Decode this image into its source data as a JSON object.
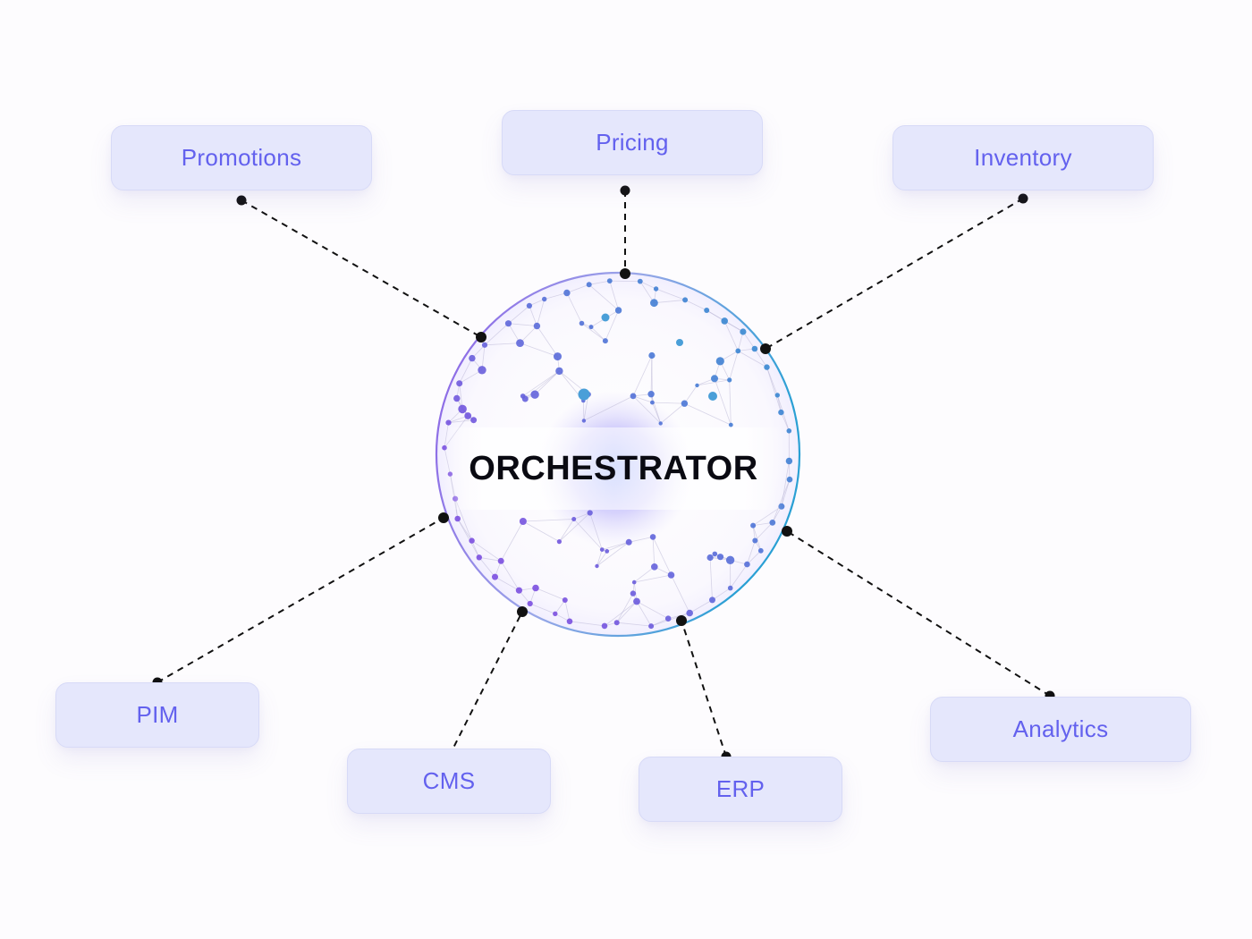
{
  "hub": {
    "label": "ORCHESTRATOR"
  },
  "nodes": [
    {
      "id": "promotions",
      "label": "Promotions"
    },
    {
      "id": "pricing",
      "label": "Pricing"
    },
    {
      "id": "inventory",
      "label": "Inventory"
    },
    {
      "id": "pim",
      "label": "PIM"
    },
    {
      "id": "cms",
      "label": "CMS"
    },
    {
      "id": "erp",
      "label": "ERP"
    },
    {
      "id": "analytics",
      "label": "Analytics"
    }
  ],
  "colors": {
    "background": "#fdfcfe",
    "node_fill": "#e5e7fc",
    "node_text": "#6361ee",
    "connector": "#111111",
    "hub_text": "#0a0a12",
    "network_purple": "#7b4fe0",
    "network_blue": "#2f8fd0"
  }
}
